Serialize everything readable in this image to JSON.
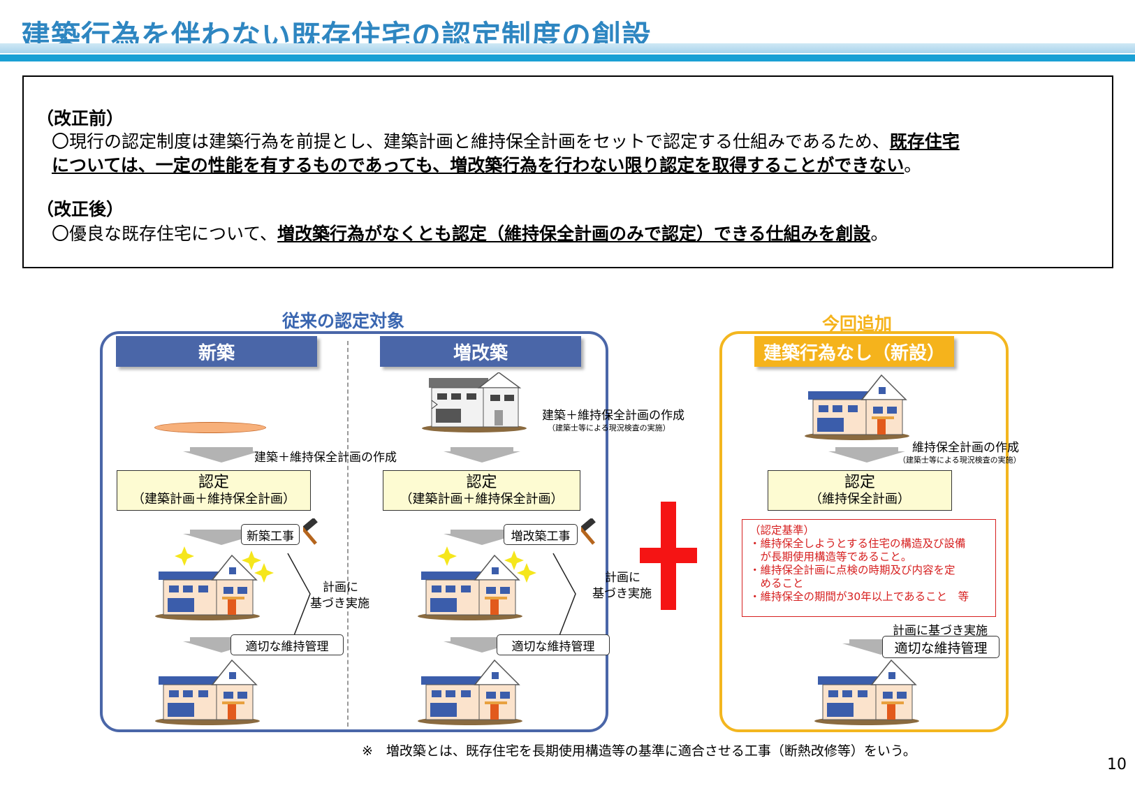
{
  "title": "建築行為を伴わない既存住宅の認定制度の創設",
  "summary": {
    "before_head": "（改正前）",
    "before_line1_plain": "〇現行の認定制度は建築行為を前提とし、建築計画と維持保全計画をセットで認定する仕組みであるため、",
    "before_line1_bold": "既存住宅",
    "before_line2_bold": "については、一定の性能を有するものであっても、増改築行為を行わない限り認定を取得することができない",
    "before_line2_end": "。",
    "after_head": "（改正後）",
    "after_plain": "〇優良な既存住宅について、",
    "after_bold": "増改築行為がなくとも認定（維持保全計画のみで認定）できる仕組みを創設",
    "after_end": "。"
  },
  "groups": {
    "existing_label": "従来の認定対象",
    "new_label": "今回追加"
  },
  "colors": {
    "title": "#2e86c1",
    "blue_panel": "#4a66a8",
    "yellow_panel": "#f5b31c",
    "group_blue": "#3a66b0",
    "group_yellow": "#f5b31c",
    "red": "#d61f1f"
  },
  "columns": {
    "new_build": {
      "header": "新築",
      "plan_text": "建築＋維持保全計画の作成",
      "cert_title": "認定",
      "cert_sub": "（建築計画＋維持保全計画）",
      "work": "新築工事",
      "exec": [
        "計画に",
        "基づき実施"
      ],
      "maintain": "適切な維持管理"
    },
    "renovation": {
      "header": "増改築",
      "plan_text": "建築＋維持保全計画の作成",
      "plan_sub": "（建築士等による現況検査の実施）",
      "cert_title": "認定",
      "cert_sub": "（建築計画＋維持保全計画）",
      "work": "増改築工事",
      "exec": [
        "計画に",
        "基づき実施"
      ],
      "maintain": "適切な維持管理"
    },
    "no_build": {
      "header": "建築行為なし（新設）",
      "plan_text": "維持保全計画の作成",
      "plan_sub": "（建築士等による現況検査の実施）",
      "cert_title": "認定",
      "cert_sub": "（維持保全計画）",
      "criteria": [
        "（認定基準）",
        "・維持保全しようとする住宅の構造及び設備",
        "　が長期使用構造等であること。",
        "・維持保全計画に点検の時期及び内容を定",
        "　めること",
        "・維持保全の期間が30年以上であること　等"
      ],
      "exec": "計画に基づき実施",
      "maintain": "適切な維持管理"
    }
  },
  "footnote": "※　増改築とは、既存住宅を長期使用構造等の基準に適合させる工事（断熱改修等）をいう。",
  "page_number": "10"
}
